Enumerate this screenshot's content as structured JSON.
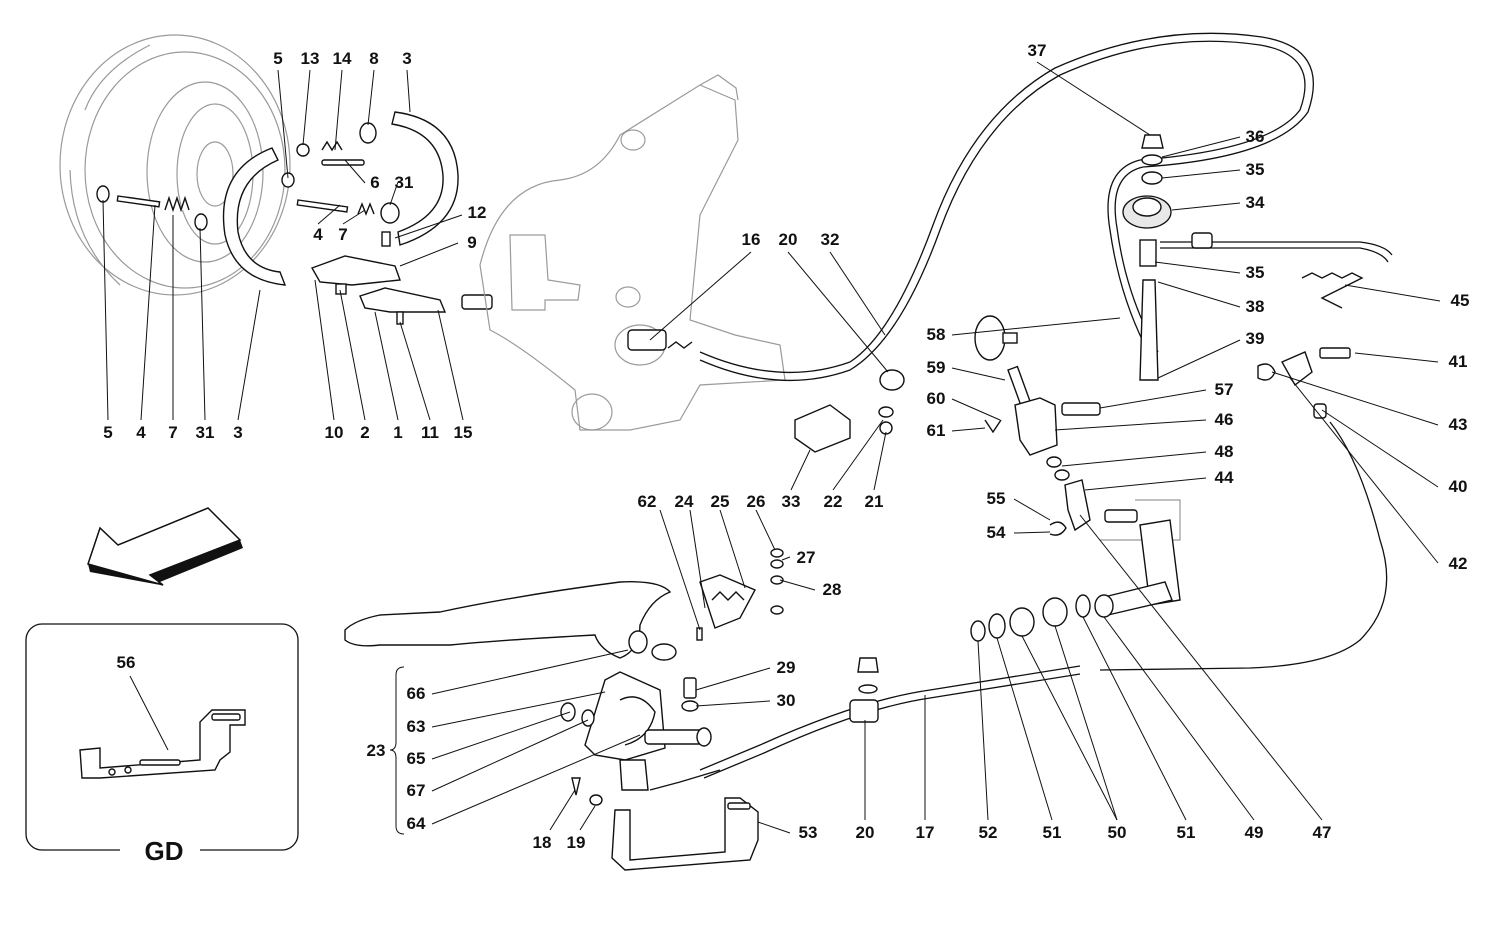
{
  "callouts": [
    {
      "id": "c1",
      "text": "5"
    },
    {
      "id": "c2",
      "text": "13"
    },
    {
      "id": "c3",
      "text": "14"
    },
    {
      "id": "c4",
      "text": "8"
    },
    {
      "id": "c5",
      "text": "3"
    },
    {
      "id": "c6",
      "text": "6"
    },
    {
      "id": "c7",
      "text": "31"
    },
    {
      "id": "c8",
      "text": "4"
    },
    {
      "id": "c9",
      "text": "7"
    },
    {
      "id": "c10",
      "text": "12"
    },
    {
      "id": "c11",
      "text": "9"
    },
    {
      "id": "c12",
      "text": "5"
    },
    {
      "id": "c13",
      "text": "4"
    },
    {
      "id": "c14",
      "text": "7"
    },
    {
      "id": "c15",
      "text": "31"
    },
    {
      "id": "c16",
      "text": "3"
    },
    {
      "id": "c17",
      "text": "10"
    },
    {
      "id": "c18",
      "text": "2"
    },
    {
      "id": "c19",
      "text": "1"
    },
    {
      "id": "c20",
      "text": "11"
    },
    {
      "id": "c21",
      "text": "15"
    },
    {
      "id": "c22",
      "text": "16"
    },
    {
      "id": "c23",
      "text": "20"
    },
    {
      "id": "c24",
      "text": "32"
    },
    {
      "id": "c25",
      "text": "33"
    },
    {
      "id": "c26",
      "text": "22"
    },
    {
      "id": "c27",
      "text": "21"
    },
    {
      "id": "c28",
      "text": "37"
    },
    {
      "id": "c29",
      "text": "36"
    },
    {
      "id": "c30",
      "text": "35"
    },
    {
      "id": "c31",
      "text": "34"
    },
    {
      "id": "c32",
      "text": "35"
    },
    {
      "id": "c33",
      "text": "38"
    },
    {
      "id": "c34",
      "text": "39"
    },
    {
      "id": "c35",
      "text": "45"
    },
    {
      "id": "c36",
      "text": "41"
    },
    {
      "id": "c37",
      "text": "43"
    },
    {
      "id": "c38",
      "text": "40"
    },
    {
      "id": "c39",
      "text": "42"
    },
    {
      "id": "c40",
      "text": "58"
    },
    {
      "id": "c41",
      "text": "59"
    },
    {
      "id": "c42",
      "text": "60"
    },
    {
      "id": "c43",
      "text": "61"
    },
    {
      "id": "c44",
      "text": "57"
    },
    {
      "id": "c45",
      "text": "46"
    },
    {
      "id": "c46",
      "text": "48"
    },
    {
      "id": "c47",
      "text": "44"
    },
    {
      "id": "c48",
      "text": "55"
    },
    {
      "id": "c49",
      "text": "54"
    },
    {
      "id": "c50",
      "text": "62"
    },
    {
      "id": "c51",
      "text": "24"
    },
    {
      "id": "c52",
      "text": "25"
    },
    {
      "id": "c53",
      "text": "26"
    },
    {
      "id": "c54",
      "text": "27"
    },
    {
      "id": "c55",
      "text": "28"
    },
    {
      "id": "c56",
      "text": "29"
    },
    {
      "id": "c57",
      "text": "30"
    },
    {
      "id": "c58",
      "text": "66"
    },
    {
      "id": "c59",
      "text": "63"
    },
    {
      "id": "c60",
      "text": "23"
    },
    {
      "id": "c61",
      "text": "65"
    },
    {
      "id": "c62",
      "text": "67"
    },
    {
      "id": "c63",
      "text": "64"
    },
    {
      "id": "c64",
      "text": "18"
    },
    {
      "id": "c65",
      "text": "19"
    },
    {
      "id": "c66",
      "text": "53"
    },
    {
      "id": "c67",
      "text": "20"
    },
    {
      "id": "c68",
      "text": "17"
    },
    {
      "id": "c69",
      "text": "52"
    },
    {
      "id": "c70",
      "text": "51"
    },
    {
      "id": "c71",
      "text": "50"
    },
    {
      "id": "c72",
      "text": "51"
    },
    {
      "id": "c73",
      "text": "49"
    },
    {
      "id": "c74",
      "text": "47"
    },
    {
      "id": "c75",
      "text": "56"
    }
  ],
  "inset": {
    "label": "GD"
  },
  "icons": {
    "direction_arrow": "direction-arrow-icon"
  }
}
